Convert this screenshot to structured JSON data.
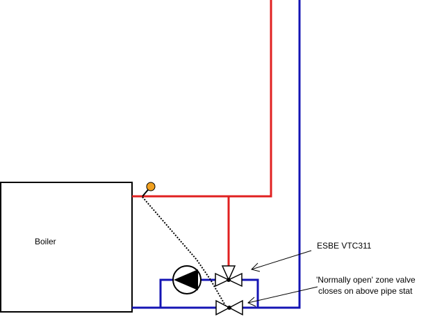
{
  "labels": {
    "boiler": "Boiler",
    "esbe": "ESBE VTC311",
    "zone_valve_line1": "'Normally open' zone valve",
    "zone_valve_line2": "closes on above pipe stat"
  },
  "colors": {
    "flow_pipe": "#e02020",
    "return_pipe": "#1414b4",
    "pipe_stat": "#f0a020",
    "outline": "#000000"
  },
  "icons": {
    "pump": "pump-icon",
    "mixing_valve": "three-way-valve-icon",
    "zone_valve": "zone-valve-icon",
    "pipe_stat": "pipe-stat-icon"
  }
}
